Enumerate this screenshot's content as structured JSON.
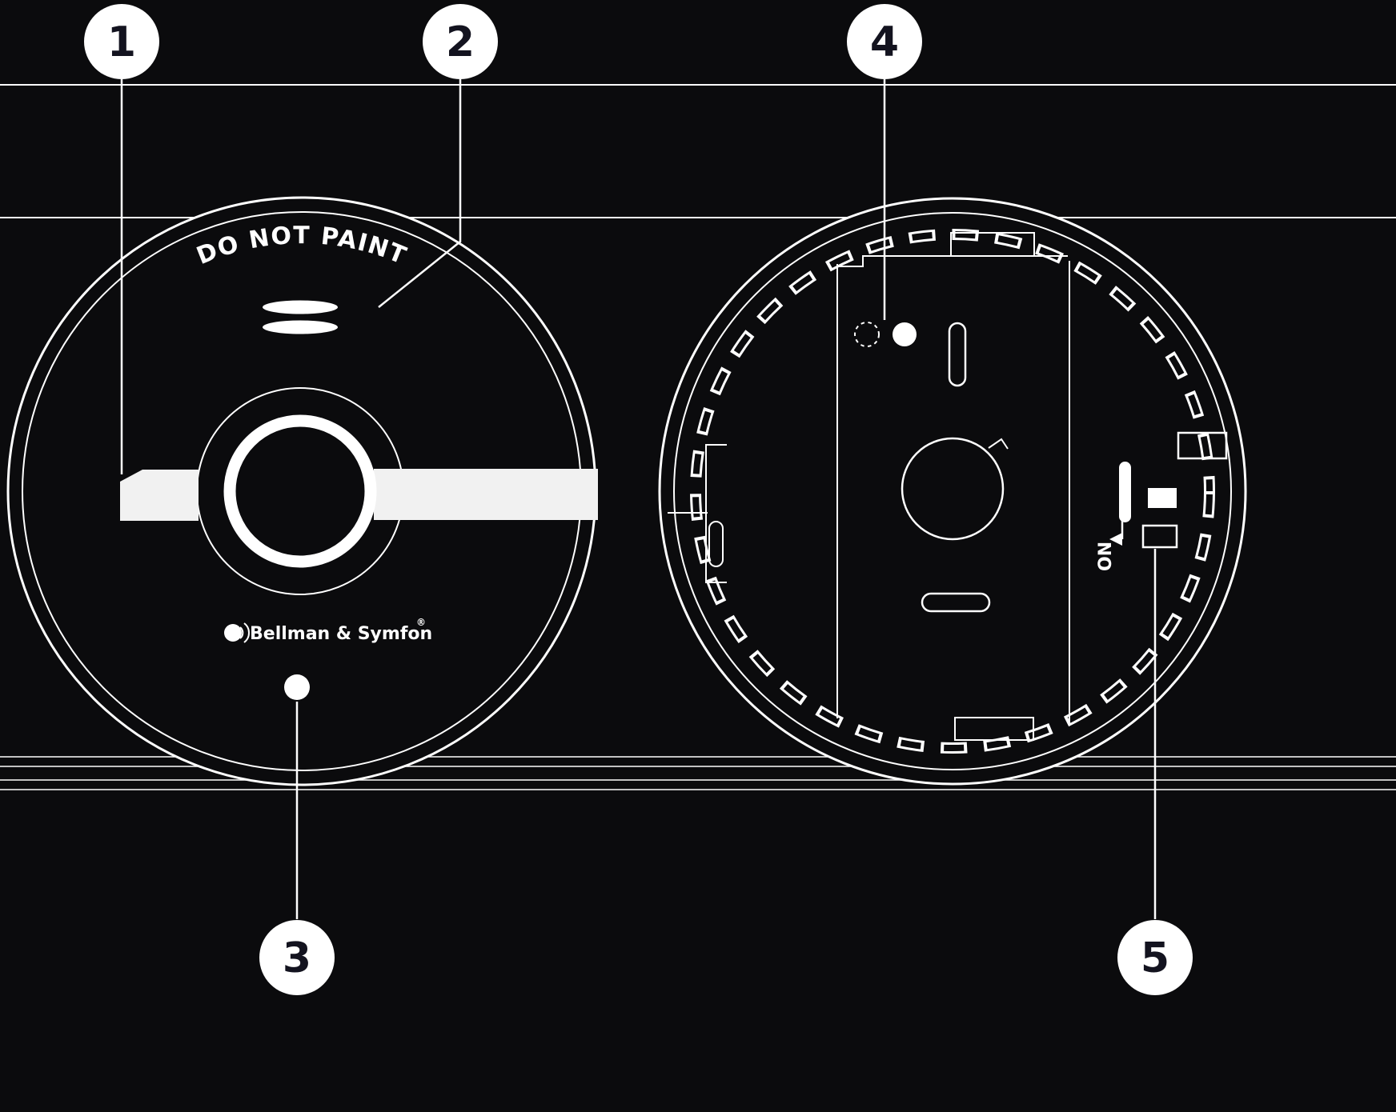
{
  "colors": {
    "background": "#0b0b0d",
    "line": "#ffffff",
    "fill_white": "#ffffff",
    "callout_fill": "#ffffff",
    "callout_text": "#13131f"
  },
  "front_view": {
    "warning": "DO NOT PAINT",
    "brand": "Bellman & Symfon",
    "registered_mark": "®"
  },
  "back_view": {
    "switch_label": "ON"
  },
  "callouts": [
    {
      "number": "1"
    },
    {
      "number": "2"
    },
    {
      "number": "3"
    },
    {
      "number": "4"
    },
    {
      "number": "5"
    }
  ]
}
